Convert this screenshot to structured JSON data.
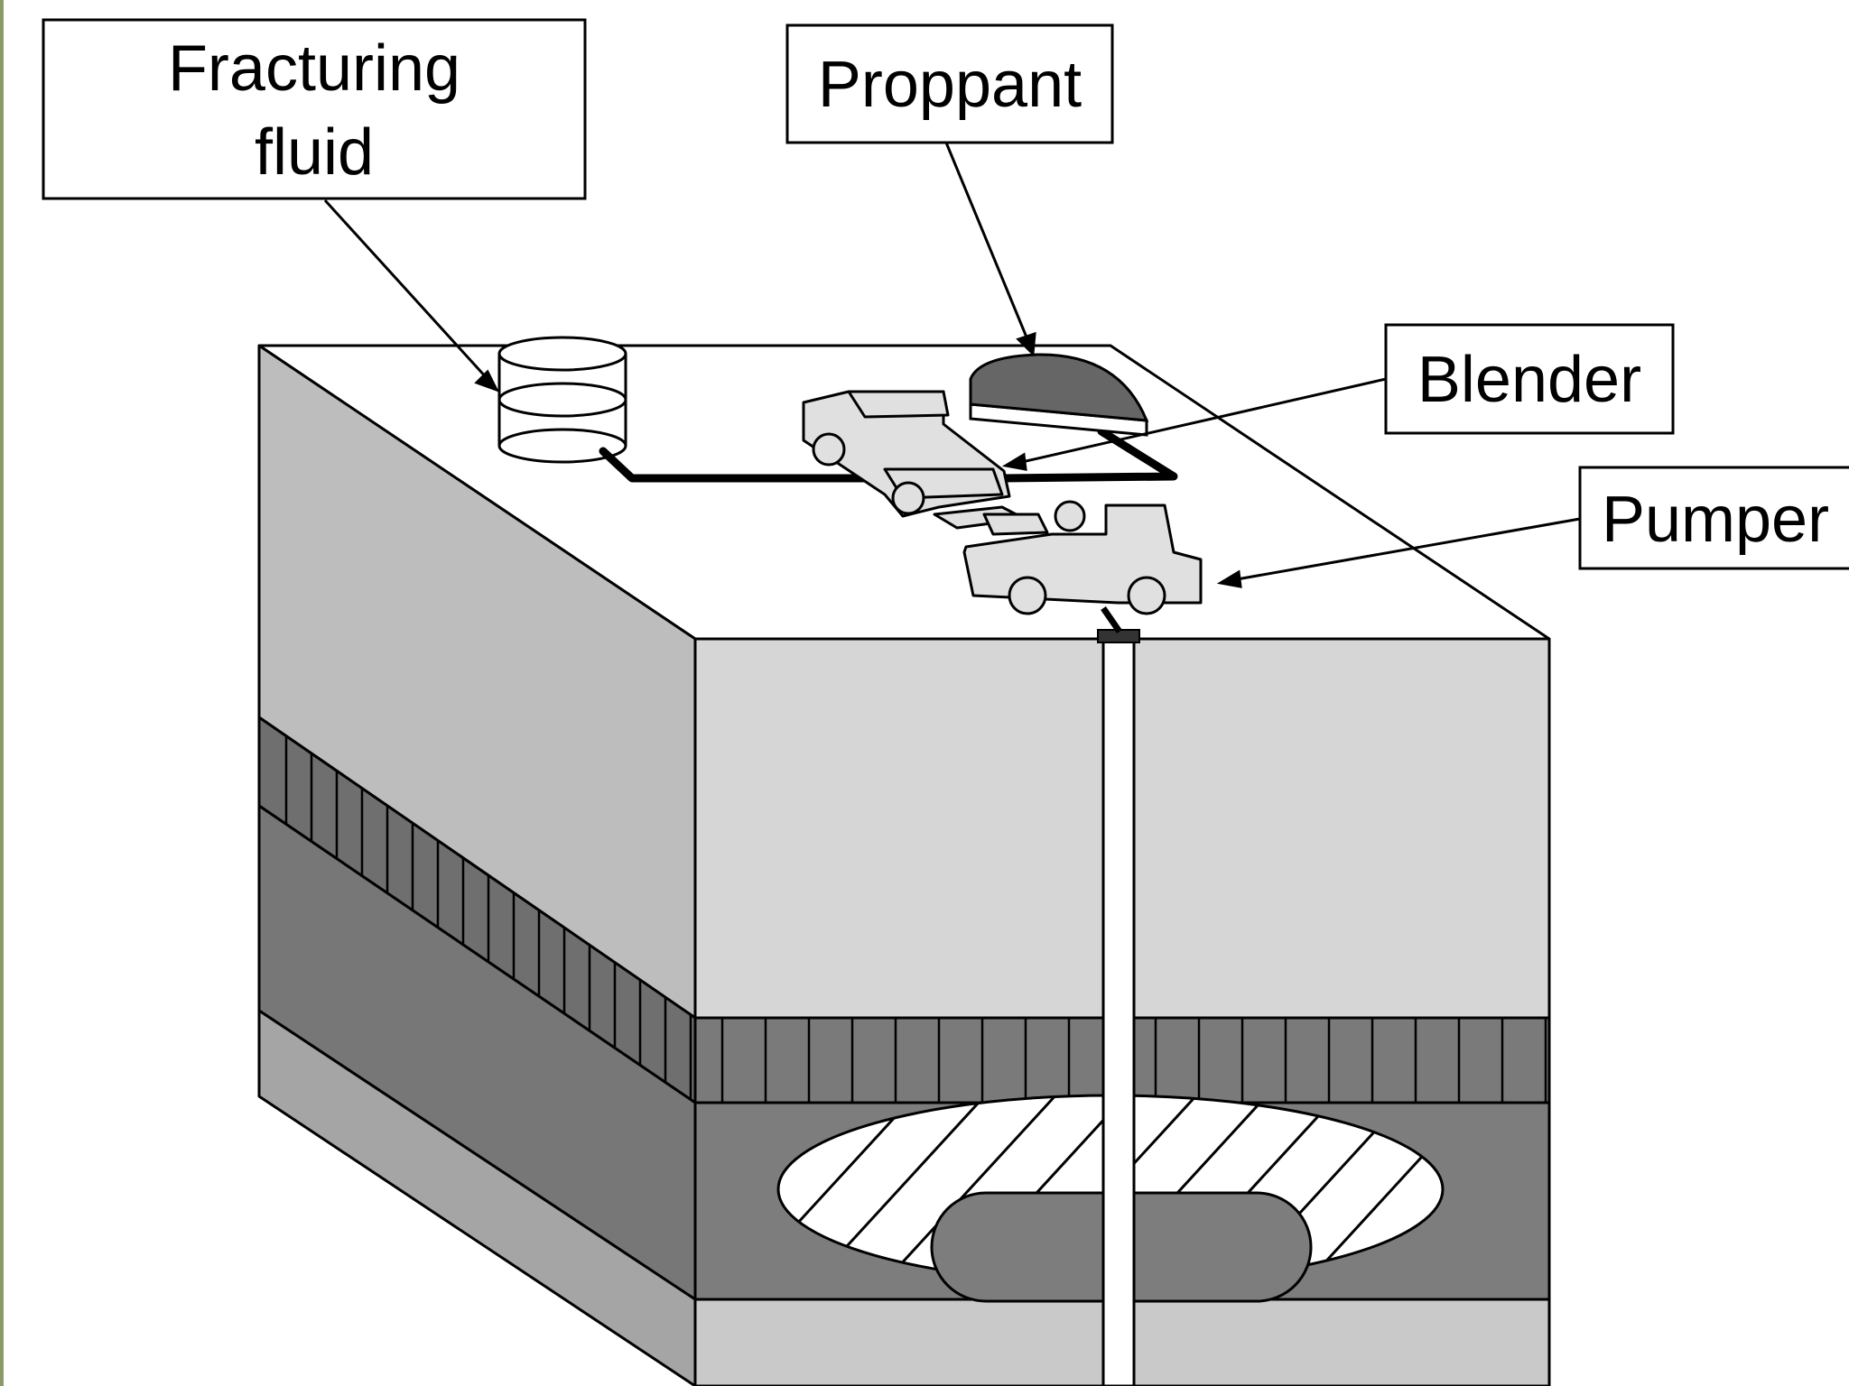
{
  "labels": {
    "fracturing_fluid_line1": "Fracturing",
    "fracturing_fluid_line2": "fluid",
    "proppant": "Proppant",
    "blender": "Blender",
    "pumper": "Pumper"
  },
  "colors": {
    "background": "#ffffff",
    "left_edge_strip": "#8a9a6a",
    "ground_top": "#ffffff",
    "upper_layer_side": "#bdbdbd",
    "upper_layer_front": "#d6d6d6",
    "cap_layer_side": "#6f6f6f",
    "cap_layer_front": "#7a7a7a",
    "reservoir_layer_side": "#777777",
    "reservoir_layer_front": "#7d7d7d",
    "base_layer_side": "#a5a5a5",
    "base_layer_front": "#c9c9c9",
    "proppant_pile": "#666666",
    "fracture_inner": "#7d7d7d",
    "equipment": "#e0e0e0",
    "outline": "#000000"
  }
}
